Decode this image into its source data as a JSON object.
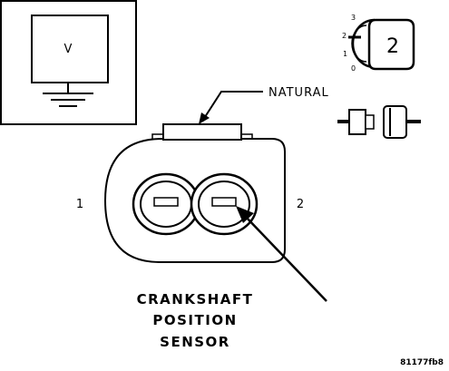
{
  "meter": {
    "symbol": "V"
  },
  "ignition": {
    "scale": [
      "3",
      "2",
      "1",
      "0"
    ],
    "position": "2"
  },
  "connector": {
    "color_label": "NATURAL",
    "pin_1": "1",
    "pin_2": "2"
  },
  "caption": {
    "line1": "CRANKSHAFT",
    "line2": "POSITION",
    "line3": "SENSOR"
  },
  "figure_code": "81177fb8"
}
